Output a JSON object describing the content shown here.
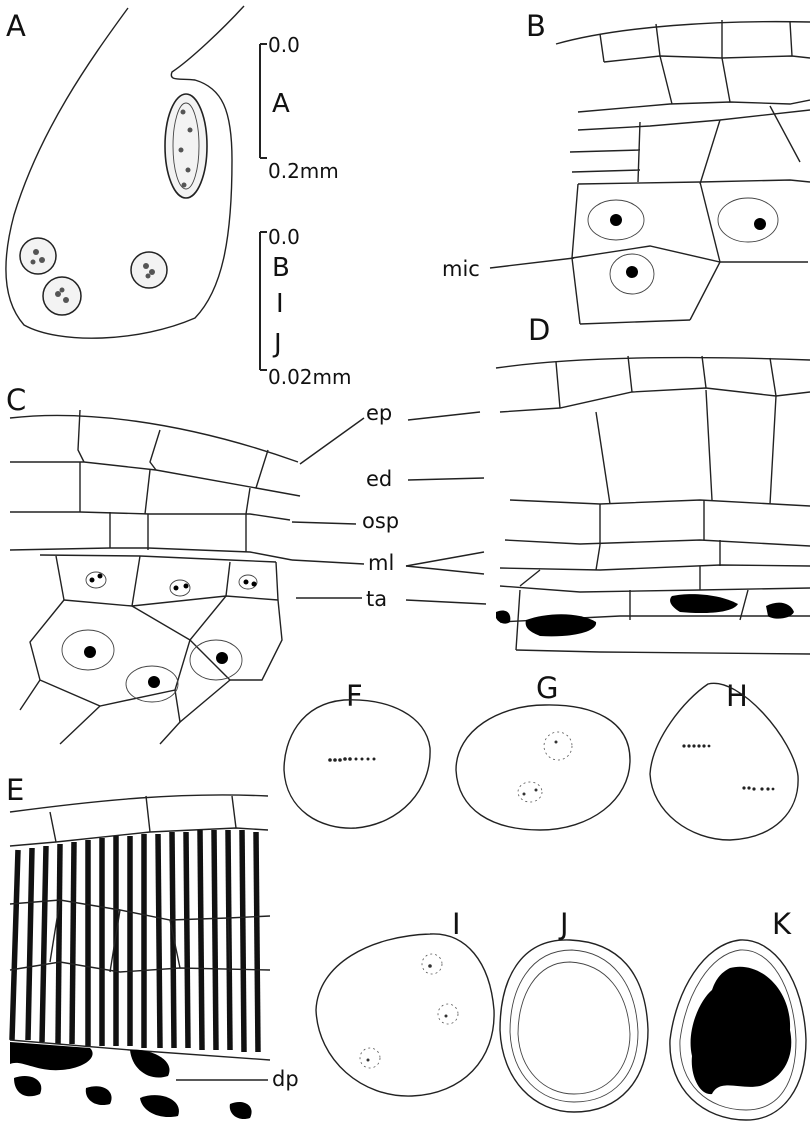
{
  "panel_letters": {
    "a": "A",
    "b": "B",
    "c": "C",
    "d": "D",
    "e": "E",
    "f": "F",
    "g": "G",
    "h": "H",
    "i": "I",
    "j": "J",
    "k": "K"
  },
  "scale_bars": {
    "top": {
      "start": "0.0",
      "letter": "A",
      "end": "0.2mm"
    },
    "bottom": {
      "start": "0.0",
      "letters": [
        "B",
        "I",
        "J"
      ],
      "end": "0.02mm"
    }
  },
  "labels": {
    "mic": "mic",
    "ep": "ep",
    "ed": "ed",
    "osp": "osp",
    "ml": "ml",
    "ta": "ta",
    "dp": "dp"
  }
}
